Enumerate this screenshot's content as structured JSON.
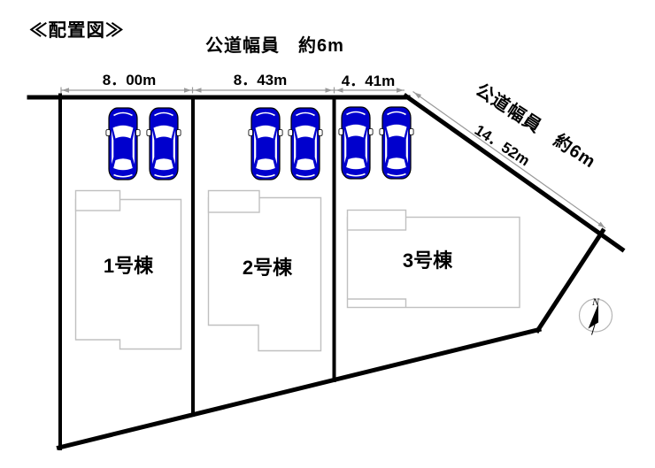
{
  "title": "≪配置図≫",
  "road": {
    "top_label": "公道幅員　約6m",
    "right_label": "公道幅員　約6m"
  },
  "dimensions": {
    "top": [
      {
        "label": "8．00m",
        "meters": 8.0
      },
      {
        "label": "8．43m",
        "meters": 8.43
      },
      {
        "label": "4．41m",
        "meters": 4.41
      }
    ],
    "diagonal": {
      "label": "14．52m",
      "meters": 14.52
    }
  },
  "buildings": [
    {
      "label": "1号棟"
    },
    {
      "label": "2号棟"
    },
    {
      "label": "3号棟"
    }
  ],
  "compass": {
    "north_label": "N"
  },
  "cars": {
    "count": 6,
    "per_lot": 2,
    "color": "#0000cd"
  },
  "colors": {
    "background": "#ffffff",
    "boundary": "#000000",
    "building_outline": "#c0c0c0",
    "dimension_line": "#999999",
    "car_blue": "#0000cd"
  }
}
